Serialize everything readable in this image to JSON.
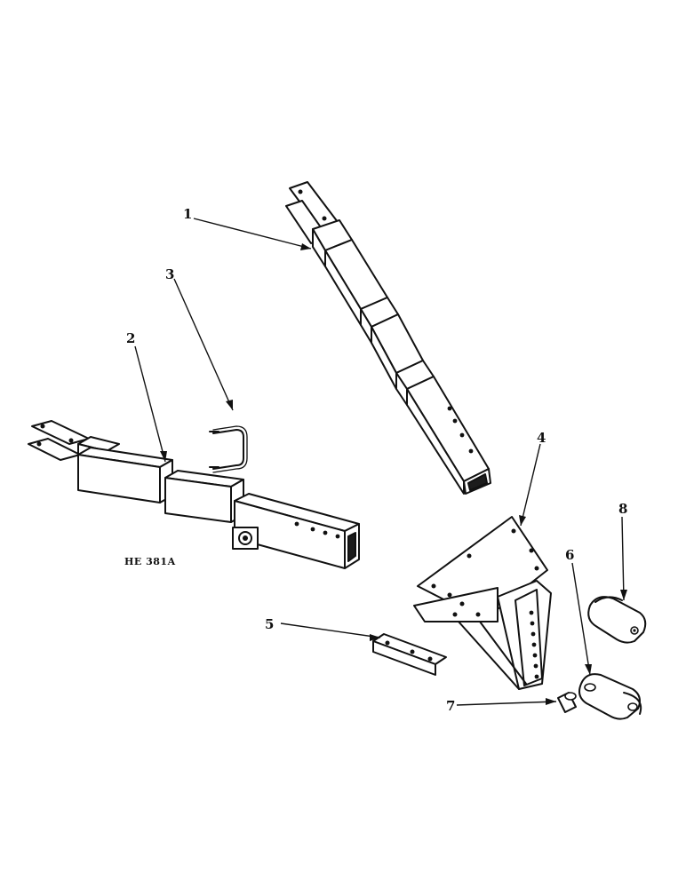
{
  "figure_code": "HE 381A",
  "callouts": [
    {
      "id": "1",
      "label": "1"
    },
    {
      "id": "2",
      "label": "2"
    },
    {
      "id": "3",
      "label": "3"
    },
    {
      "id": "4",
      "label": "4"
    },
    {
      "id": "5",
      "label": "5"
    },
    {
      "id": "6",
      "label": "6"
    },
    {
      "id": "7",
      "label": "7"
    },
    {
      "id": "8",
      "label": "8"
    }
  ]
}
